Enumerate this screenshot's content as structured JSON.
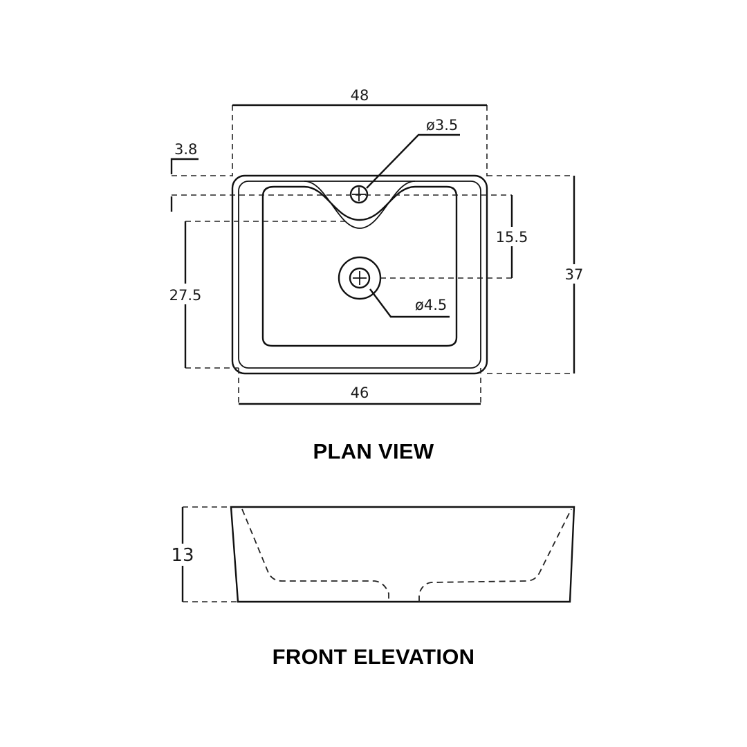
{
  "colors": {
    "line": "#111111",
    "background": "#ffffff"
  },
  "plan_view": {
    "caption": "PLAN VIEW",
    "dims": {
      "overall_width": "48",
      "inner_width": "46",
      "overall_depth": "37",
      "rim_offset": "3.8",
      "tap_to_drain": "15.5",
      "drain_to_front": "27.5",
      "tap_hole_diameter": "ø3.5",
      "drain_diameter": "ø4.5"
    }
  },
  "front_elevation": {
    "caption": "FRONT ELEVATION",
    "dims": {
      "height": "13"
    }
  }
}
